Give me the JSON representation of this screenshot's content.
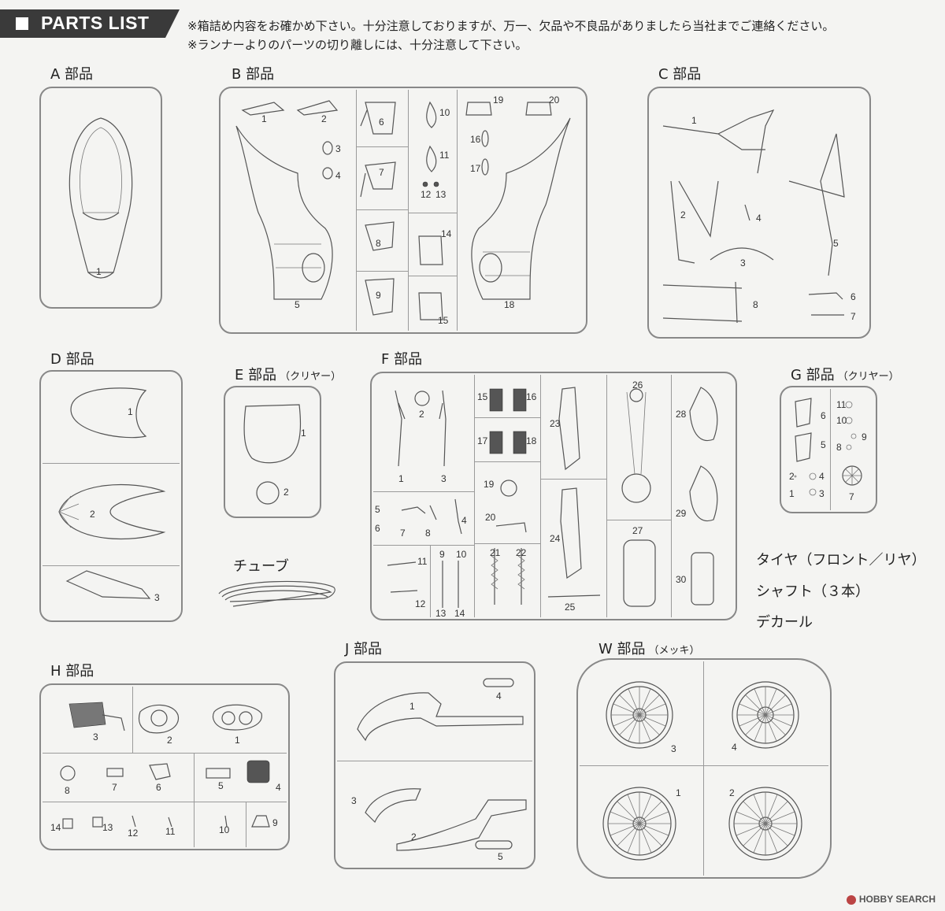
{
  "header": {
    "title": "PARTS LIST"
  },
  "notes": [
    "※箱詰め内容をお確かめ下さい。十分注意しておりますが、万一、欠品や不良品がありましたら当社までご連絡ください。",
    "※ランナーよりのパーツの切り離しには、十分注意して下さい。"
  ],
  "sprues": {
    "A": {
      "label": "A 部品",
      "sub": "",
      "nums": [
        "1"
      ]
    },
    "B": {
      "label": "B 部品",
      "sub": "",
      "nums": [
        "1",
        "2",
        "3",
        "4",
        "5",
        "6",
        "7",
        "8",
        "9",
        "10",
        "11",
        "12",
        "13",
        "14",
        "15",
        "16",
        "17",
        "18",
        "19",
        "20"
      ]
    },
    "C": {
      "label": "C 部品",
      "sub": "",
      "nums": [
        "1",
        "2",
        "3",
        "4",
        "5",
        "6",
        "7",
        "8"
      ]
    },
    "D": {
      "label": "D 部品",
      "sub": "",
      "nums": [
        "1",
        "2",
        "3"
      ]
    },
    "E": {
      "label": "E 部品",
      "sub": "（クリヤー）",
      "nums": [
        "1",
        "2"
      ]
    },
    "F": {
      "label": "F 部品",
      "sub": "",
      "nums": [
        "1",
        "2",
        "3",
        "4",
        "5",
        "6",
        "7",
        "8",
        "9",
        "10",
        "11",
        "12",
        "13",
        "14",
        "15",
        "16",
        "17",
        "18",
        "19",
        "20",
        "21",
        "22",
        "23",
        "24",
        "25",
        "26",
        "27",
        "28",
        "29",
        "30"
      ]
    },
    "G": {
      "label": "G 部品",
      "sub": "（クリヤー）",
      "nums": [
        "1",
        "2",
        "3",
        "4",
        "5",
        "6",
        "7",
        "8",
        "9",
        "10",
        "11"
      ]
    },
    "H": {
      "label": "H 部品",
      "sub": "",
      "nums": [
        "1",
        "2",
        "3",
        "4",
        "5",
        "6",
        "7",
        "8",
        "9",
        "10",
        "11",
        "12",
        "13",
        "14"
      ]
    },
    "J": {
      "label": "J 部品",
      "sub": "",
      "nums": [
        "1",
        "2",
        "3",
        "4",
        "5"
      ]
    },
    "W": {
      "label": "W 部品",
      "sub": "（メッキ）",
      "nums": [
        "1",
        "2",
        "3",
        "4"
      ]
    }
  },
  "extras": {
    "tube": "チューブ",
    "tire": "タイヤ（フロント／リヤ）",
    "shaft": "シャフト（３本）",
    "decal": "デカール"
  },
  "watermark": "HOBBY SEARCH"
}
